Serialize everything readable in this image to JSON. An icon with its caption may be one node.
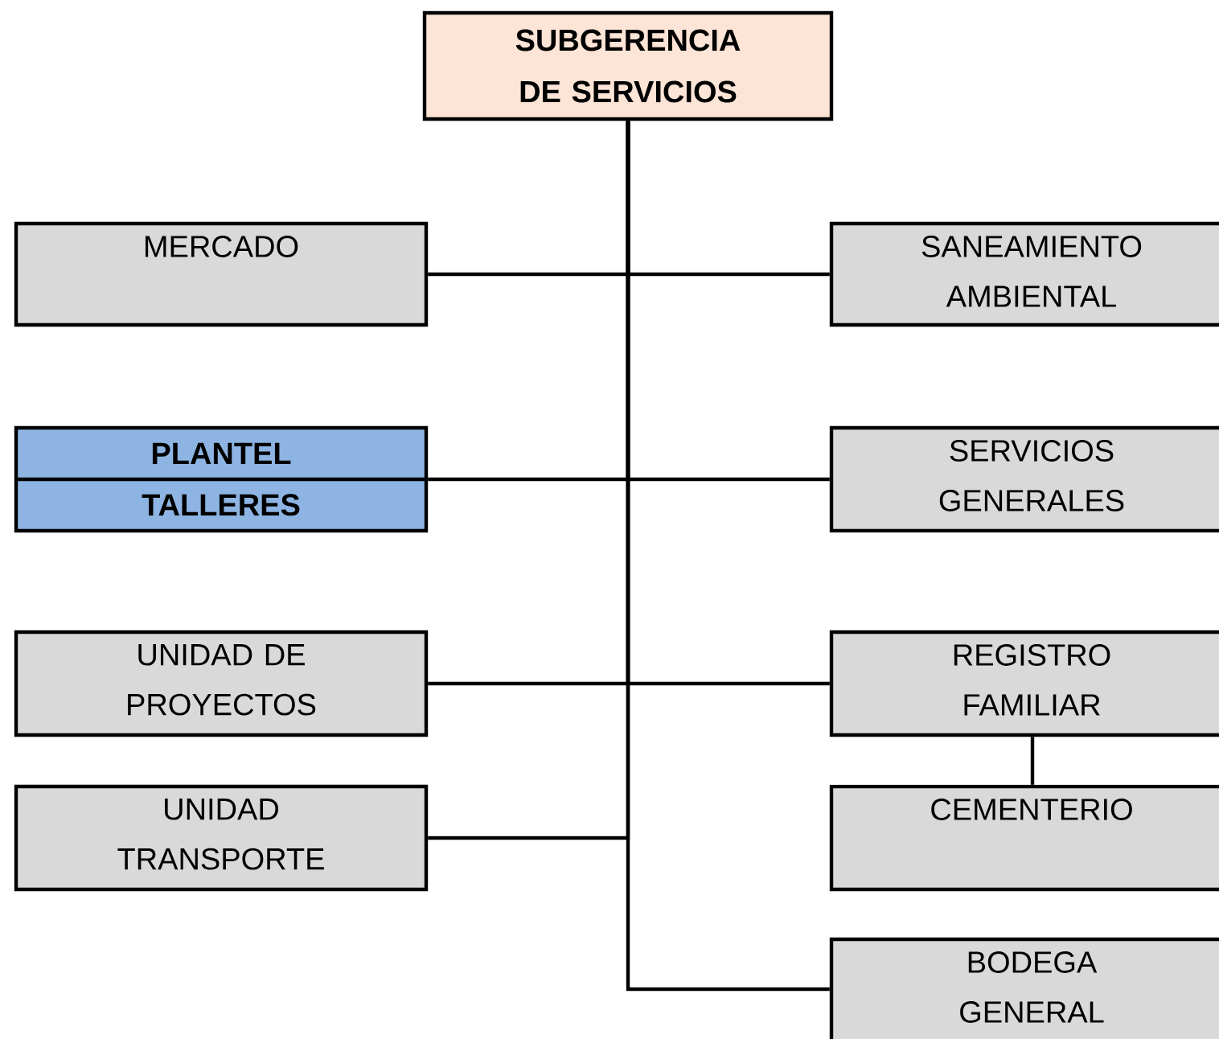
{
  "diagram": {
    "nodes": [
      {
        "text": [
          "SUBGERENCIA DE SERVICIOS"
        ]
      },
      {
        "text": [
          "MERCADO"
        ]
      },
      {
        "text": [
          "SANEAMIENTO AMBIENTAL"
        ]
      },
      {
        "text": [
          "PLANTEL TALLERES"
        ]
      },
      {
        "text": [
          "SERVICIOS GENERALES"
        ]
      },
      {
        "text": [
          "UNIDAD DE PROYECTOS"
        ]
      },
      {
        "text": [
          "REGISTRO FAMILIAR"
        ]
      },
      {
        "text": [
          "UNIDAD TRANSPORTE"
        ]
      },
      {
        "text": [
          "CEMENTERIO"
        ]
      },
      {
        "text": [
          "BODEGA GENERAL"
        ]
      }
    ],
    "edges": [
      {
        "from": 0,
        "to": 1,
        "arrow": "none"
      },
      {
        "from": 0,
        "to": 2,
        "arrow": "none"
      },
      {
        "from": 0,
        "to": 3,
        "arrow": "none"
      },
      {
        "from": 0,
        "to": 4,
        "arrow": "none"
      },
      {
        "from": 0,
        "to": 5,
        "arrow": "none"
      },
      {
        "from": 0,
        "to": 6,
        "arrow": "none"
      },
      {
        "from": 0,
        "to": 7,
        "arrow": "none"
      },
      {
        "from": 6,
        "to": 8,
        "arrow": "none"
      },
      {
        "from": 0,
        "to": 9,
        "arrow": "none"
      }
    ]
  }
}
